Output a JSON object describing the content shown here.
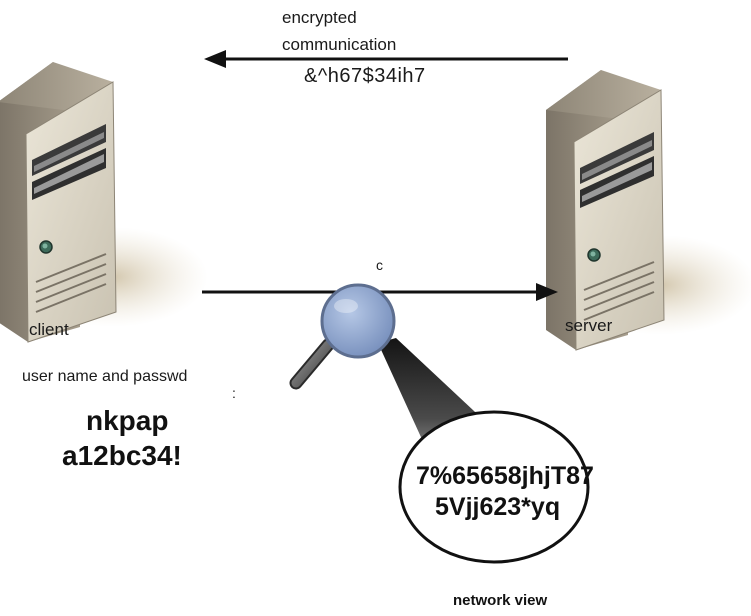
{
  "top": {
    "line1": "encrypted",
    "line2": "communication",
    "cipher": "&^h67$34ih7"
  },
  "middle": {
    "marker": "c"
  },
  "labels": {
    "client": "client",
    "server": "server",
    "credentials_caption": "user name and passwd",
    "colon": ":",
    "network_view": "network view"
  },
  "credentials": {
    "user": "nkpap",
    "password": "a12bc34!"
  },
  "captured": {
    "line1": "7%65658jhjT87",
    "line2": "5Vjj623*yq"
  },
  "icons": [
    "client-server-icon",
    "server-tower-icon",
    "magnifier-icon"
  ],
  "colors": {
    "line": "#111111",
    "tower_front": "#d9d3c3",
    "tower_side": "#9c9384",
    "lens": "#8fa7cf",
    "beam_dark": "#1e1e1e",
    "beam_light": "#b8b8b8"
  }
}
